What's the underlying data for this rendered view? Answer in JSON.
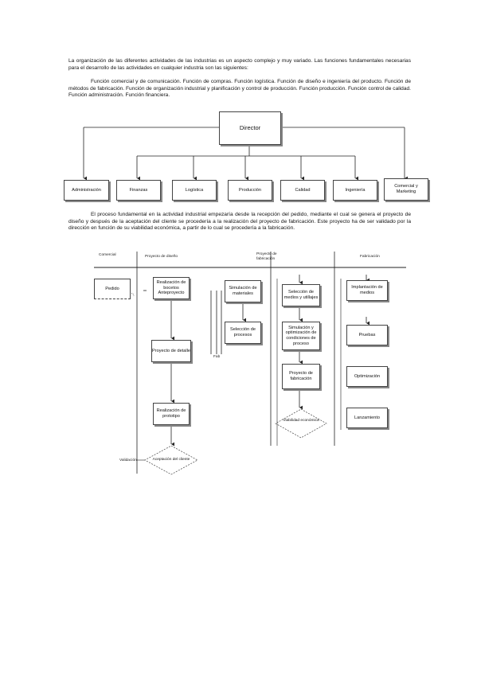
{
  "paragraphs": {
    "p1": "La organización de las diferentes actividades de las industrias es un aspecto complejo y muy variado. Las funciones fundamentales necesarias para el desarrollo de las actividades en cualquier industria son las siguientes:",
    "p2": "Función comercial y de comunicación. Función de compras. Función logística. Función de diseño e ingeniería del producto. Función de métodos de fabricación. Función de organización industrial y planificación y control de producción. Función producción. Función control de calidad. Función administración. Función financiera.",
    "p3": "El proceso fundamental en la actividad industrial empezaría desde la recepción del pedido, mediante el cual se genera el proyecto de diseño y después de la aceptación del cliente se procedería a la realización del proyecto de fabricación. Este proyecto ha de ser validado por la dirección en función de su viabilidad económica, a partir de lo cual se procedería a la fabricación."
  },
  "org_chart": {
    "top": "Director",
    "departments": [
      "Administración",
      "Finanzas",
      "Logística",
      "Producción",
      "Calidad",
      "Ingeniería",
      "Comercial y Marketing"
    ]
  },
  "flowchart": {
    "columns": [
      "Comercial",
      "Proyecto de diseño",
      "Proyecto de fabricación",
      "Fabricación"
    ],
    "comercial": {
      "pedido": "Pedido",
      "side_label": "Validación"
    },
    "diseno": {
      "step1": "Realización de bocetos Anteproyecto",
      "step2": "Proyecto de detalle",
      "step3": "Realización de prototipo",
      "decision": "Aceptación del cliente"
    },
    "fabricacion_proyecto": {
      "step1": "Simulación de materiales",
      "step2": "Selección de procesos",
      "side_label": "Fab",
      "step3": "Selección de medios y utillajes",
      "step4": "Simulación y optimización de condiciones de proceso",
      "step5": "Proyecto de fabricación",
      "decision": "Viabilidad económica"
    },
    "fabricacion": {
      "step1": "Implantación de medios",
      "step2": "Pruebas",
      "step3": "Optimización",
      "step4": "Lanzamiento"
    }
  }
}
